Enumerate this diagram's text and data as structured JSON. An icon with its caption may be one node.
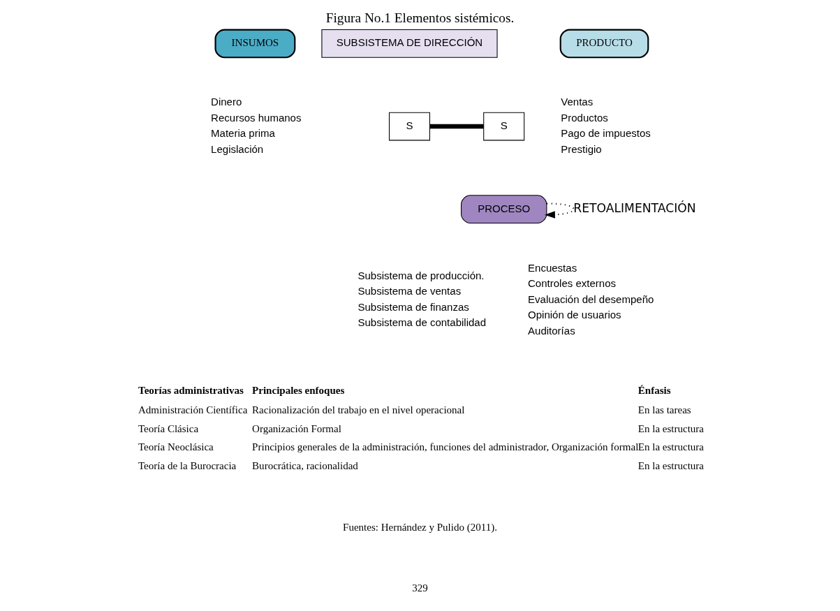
{
  "diagram": {
    "title": "Figura No.1 Elementos sistémicos.",
    "nodes": [
      {
        "text": [
          "INSUMOS"
        ],
        "beside": [
          "Dinero",
          "Recursos humanos",
          "Materia prima",
          "Legislación"
        ]
      },
      {
        "text": [
          "SUBSISTEMA DE DIRECCIÓN"
        ]
      },
      {
        "text": [
          "PRODUCTO"
        ],
        "beside": [
          "Ventas",
          "Productos",
          "Pago de impuestos",
          "Prestigio"
        ]
      },
      {
        "text": [
          "S"
        ]
      },
      {
        "text": [
          "S"
        ]
      },
      {
        "text": [
          "PROCESO"
        ],
        "beside": [
          "Subsistema de producción.",
          "Subsistema de ventas",
          "Subsistema de finanzas",
          "Subsistema de contabilidad"
        ]
      }
    ],
    "edges": [
      {
        "from": 3,
        "to": 4,
        "arrow": "none",
        "style": "thick"
      },
      {
        "from": 5,
        "to": 5,
        "arrow": "to",
        "style": "dashed",
        "label": "RETOALIMENTACIÓN"
      }
    ],
    "labels": [
      "Encuestas",
      "Controles externos",
      "Evaluación del desempeño",
      "Opinión de usuarios",
      "Auditorías",
      "Teorías administrativas",
      "Principales enfoques",
      "Énfasis",
      "Administración Científica",
      "Racionalización del trabajo en el nivel operacional",
      "En las tareas",
      "Teoría Clásica",
      "Organización Formal",
      "En la estructura",
      "Teoría Neoclásica",
      "Principios generales de la administración, funciones del administrador, Organización formal",
      "En la estructura",
      "Teoría de la Burocracia",
      "Burocrática, racionalidad",
      "En la estructura",
      "Fuentes: Hernández y Pulido (2011).",
      "329"
    ]
  }
}
